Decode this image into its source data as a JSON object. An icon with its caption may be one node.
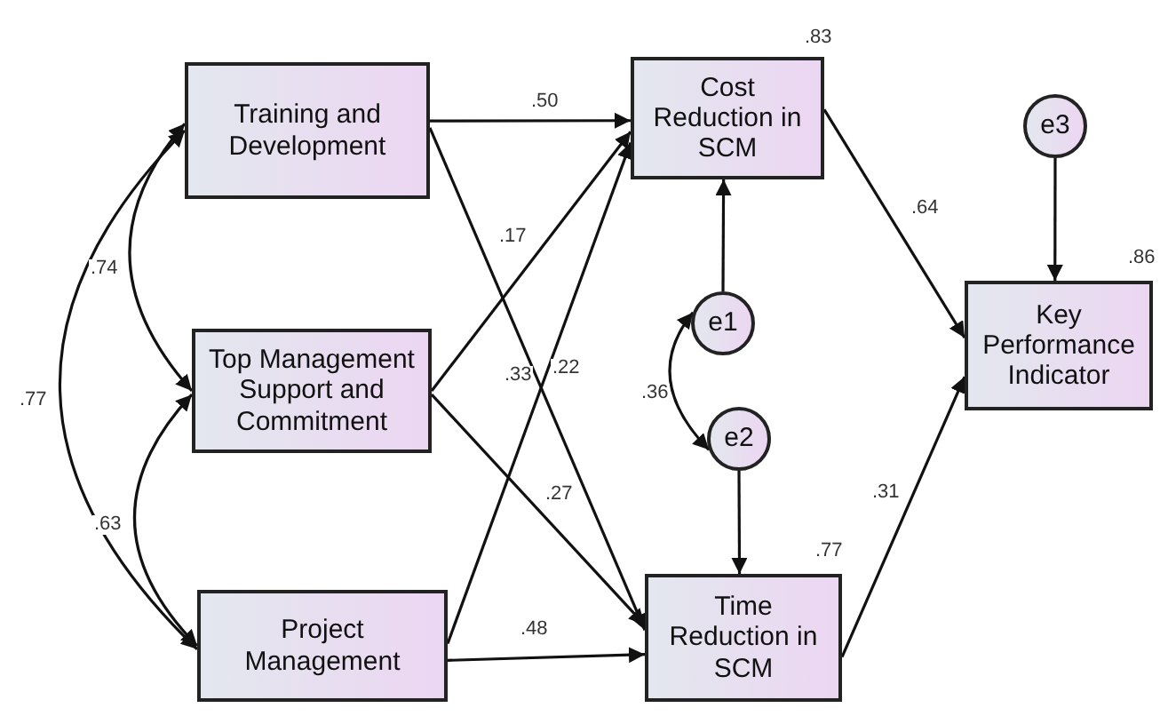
{
  "diagram": {
    "nodes": [
      {
        "text": [
          "Training and Development"
        ]
      },
      {
        "text": [
          "Top Management Support and Commitment"
        ]
      },
      {
        "text": [
          "Project Management"
        ]
      },
      {
        "text": [
          "Cost Reduction in SCM"
        ],
        "beside": [
          ".83"
        ]
      },
      {
        "text": [
          "Time Reduction in SCM"
        ],
        "beside": [
          ".77"
        ]
      },
      {
        "text": [
          "Key Performance Indicator"
        ],
        "beside": [
          ".86"
        ]
      },
      {
        "text": [
          "e1"
        ]
      },
      {
        "text": [
          "e2"
        ]
      },
      {
        "text": [
          "e3"
        ]
      }
    ],
    "edges": [
      {
        "from": 0,
        "to": 3,
        "arrow": "to",
        "label": ".50"
      },
      {
        "from": 0,
        "to": 4,
        "arrow": "to",
        "label": ".33"
      },
      {
        "from": 1,
        "to": 3,
        "arrow": "to",
        "label": ".17"
      },
      {
        "from": 1,
        "to": 4,
        "arrow": "to",
        "label": ".27"
      },
      {
        "from": 2,
        "to": 3,
        "arrow": "to",
        "label": ".22"
      },
      {
        "from": 2,
        "to": 4,
        "arrow": "to",
        "label": ".48"
      },
      {
        "from": 3,
        "to": 5,
        "arrow": "to",
        "label": ".64"
      },
      {
        "from": 4,
        "to": 5,
        "arrow": "to",
        "label": ".31"
      },
      {
        "from": 6,
        "to": 3,
        "arrow": "to"
      },
      {
        "from": 7,
        "to": 4,
        "arrow": "to"
      },
      {
        "from": 8,
        "to": 5,
        "arrow": "to"
      },
      {
        "from": 6,
        "to": 7,
        "arrow": "both",
        "label": ".36"
      },
      {
        "from": 0,
        "to": 1,
        "arrow": "both",
        "label": ".74"
      },
      {
        "from": 1,
        "to": 2,
        "arrow": "both",
        "label": ".63"
      },
      {
        "from": 0,
        "to": 2,
        "arrow": "both",
        "label": ".77"
      }
    ]
  }
}
